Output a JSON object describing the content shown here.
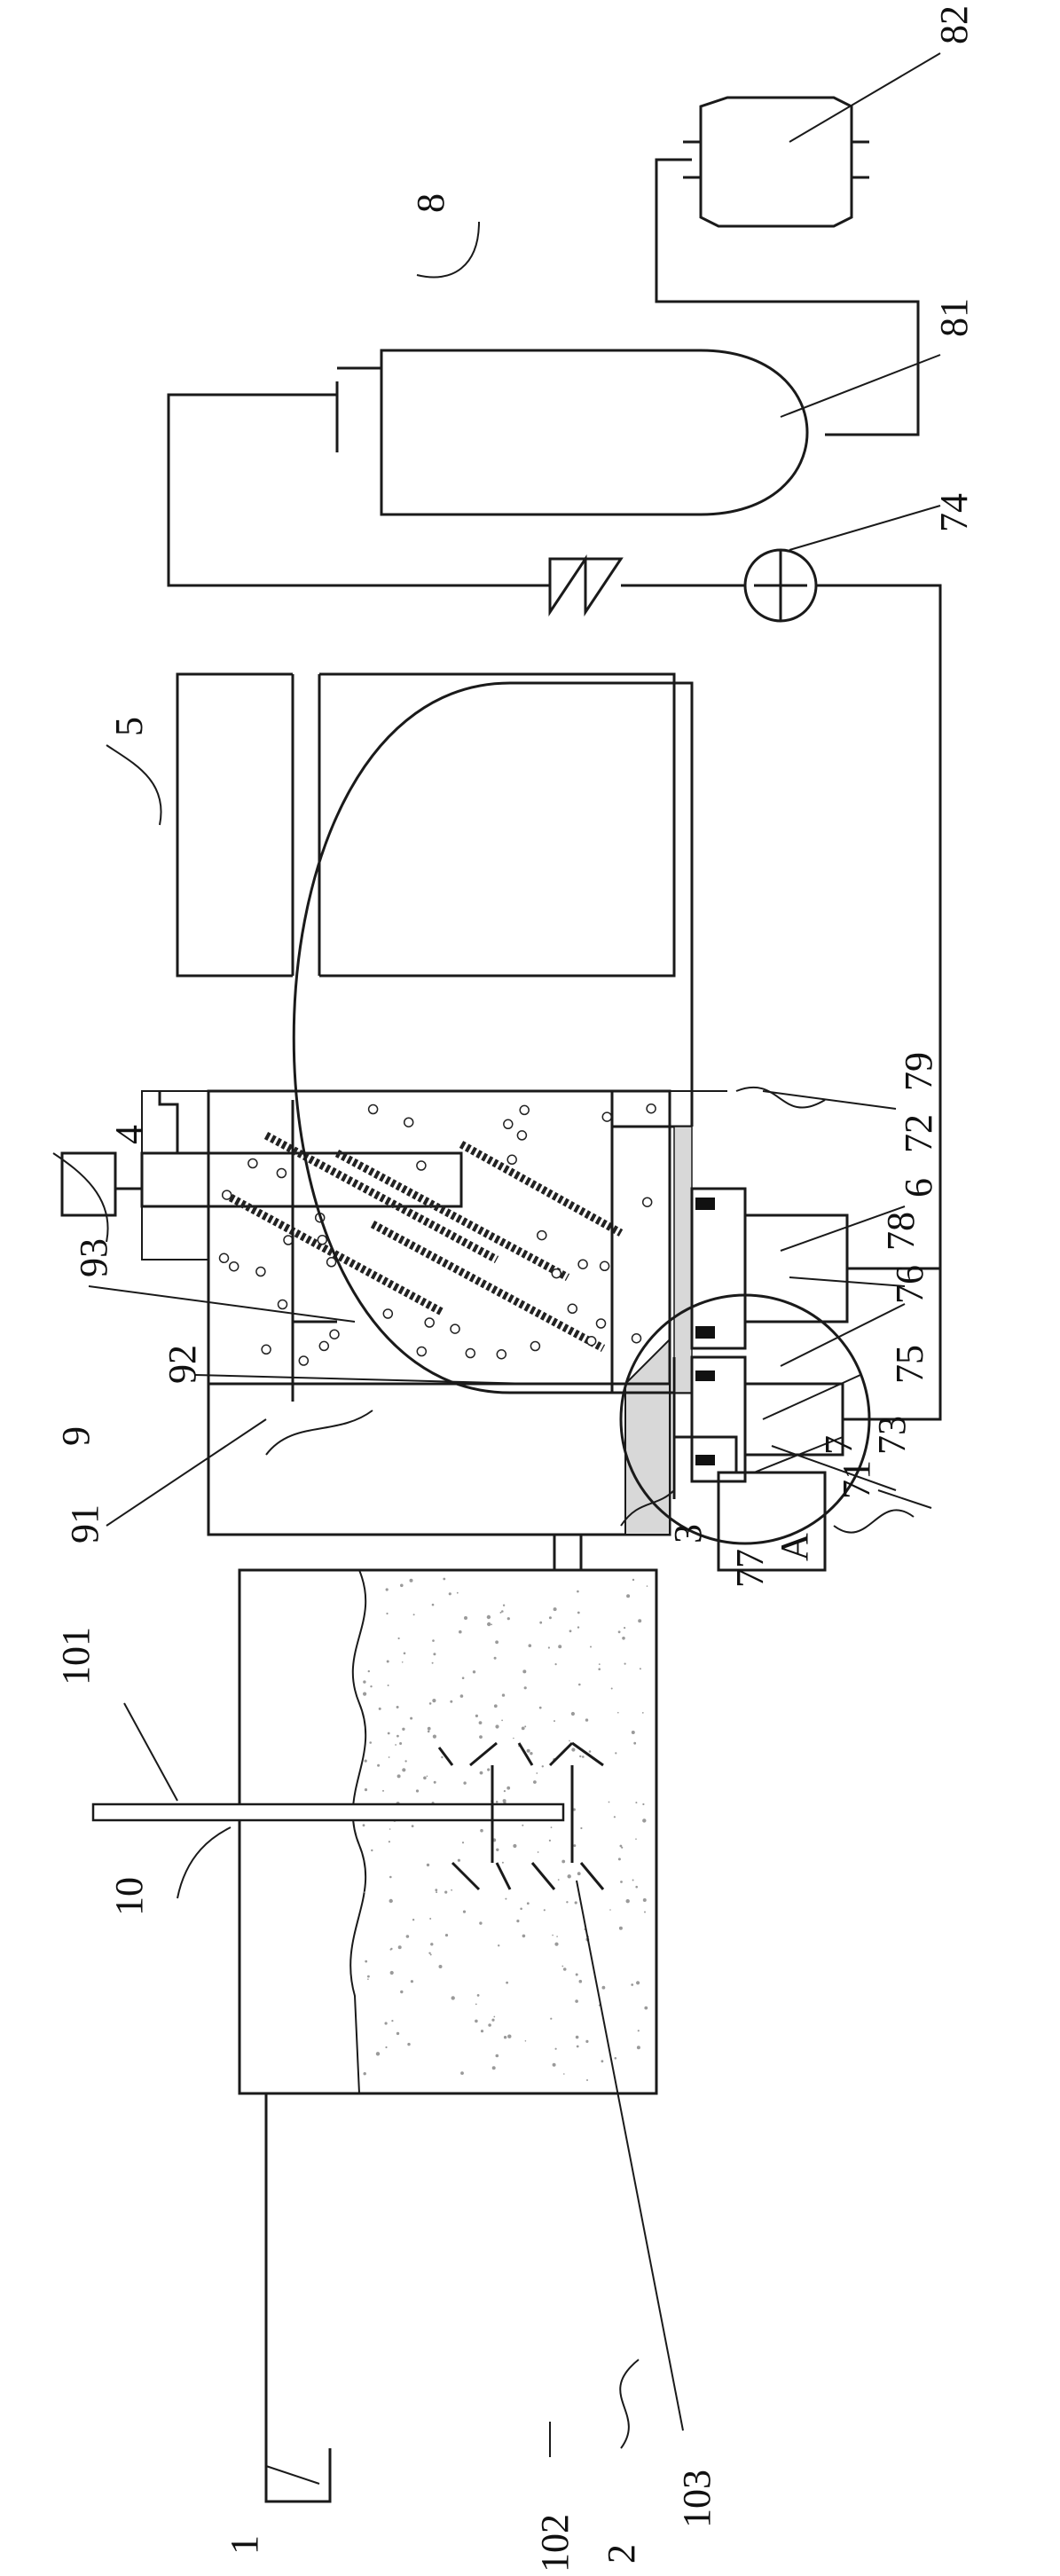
{
  "diagram": {
    "labels": {
      "l1": "1",
      "l2": "2",
      "l3": "3",
      "l4": "4",
      "l5": "5",
      "l6": "6",
      "l7": "7",
      "l8": "8",
      "l9": "9",
      "l10": "10",
      "l71": "71",
      "l72": "72",
      "l73": "73",
      "l74": "74",
      "l75": "75",
      "l76": "76",
      "l77": "77",
      "l78": "78",
      "l79": "79",
      "l81": "81",
      "l82": "82",
      "l91": "91",
      "l92": "92",
      "l93": "93",
      "l101": "101",
      "l102": "102",
      "l103": "103",
      "lA": "A"
    }
  }
}
